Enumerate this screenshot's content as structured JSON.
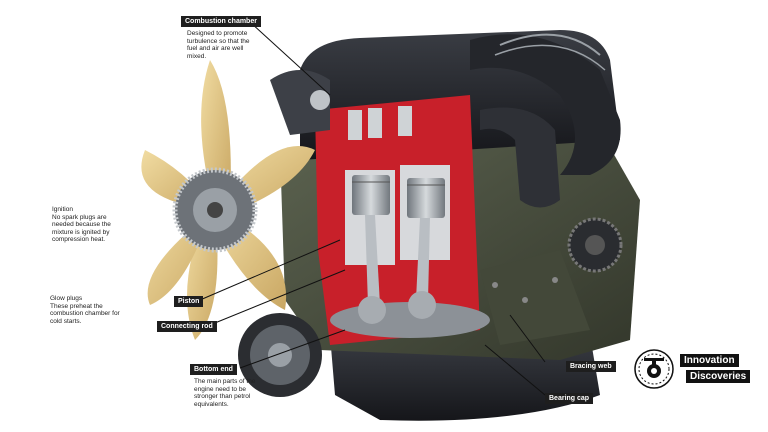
{
  "callouts": {
    "combustion_chamber": {
      "title": "Combustion chamber",
      "description": "Designed to promote turbulence so that the fuel and air are well mixed."
    },
    "ignition": {
      "title": "Ignition",
      "description": "No spark plugs are needed because the mixture is ignited by compression heat."
    },
    "glow_plugs": {
      "title": "Glow plugs",
      "description": "These preheat the combustion chamber for cold starts."
    },
    "piston": {
      "title": "Piston"
    },
    "connecting_rod": {
      "title": "Connecting rod"
    },
    "bottom_end": {
      "title": "Bottom end",
      "description": "The main parts of the engine need to be stronger than petrol equivalents."
    },
    "bracing_web": {
      "title": "Bracing web"
    },
    "bearing_cap": {
      "title": "Bearing cap"
    }
  },
  "logo": {
    "line1": "Innovation",
    "line2": "Discoveries",
    "icon": "gear-wrench-emblem-icon"
  },
  "colors": {
    "label_bg": "#1e1e1e",
    "engine_block": "#4d5240",
    "cutaway_red": "#c8202a",
    "fan_blade": "#e6c77e",
    "metal": "#9aa0a6",
    "dark_metal": "#2a2c30"
  }
}
